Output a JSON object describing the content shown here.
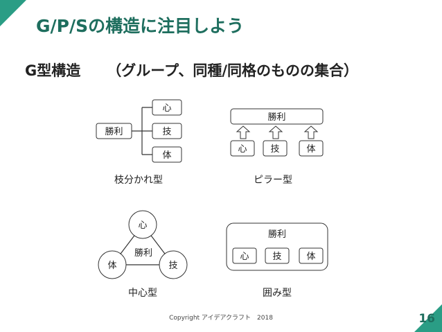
{
  "slide": {
    "title": "G/P/Sの構造に注目しよう",
    "subtitle_main": "G型構造",
    "subtitle_paren": "（グループ、同種/同格のものの集合）",
    "footer": "Copyright アイデアクラフト　2018",
    "page_number": "16",
    "accent_color": "#2a9d85"
  },
  "diagrams": {
    "branch": {
      "caption": "枝分かれ型",
      "root": "勝利",
      "children": [
        "心",
        "技",
        "体"
      ]
    },
    "pillar": {
      "caption": "ピラー型",
      "top": "勝利",
      "pillars": [
        "心",
        "技",
        "体"
      ],
      "arrow_icon": "up-arrow-icon"
    },
    "center": {
      "caption": "中心型",
      "center": "勝利",
      "nodes": [
        "心",
        "体",
        "技"
      ]
    },
    "enclosure": {
      "caption": "囲み型",
      "container": "勝利",
      "items": [
        "心",
        "技",
        "体"
      ]
    }
  }
}
